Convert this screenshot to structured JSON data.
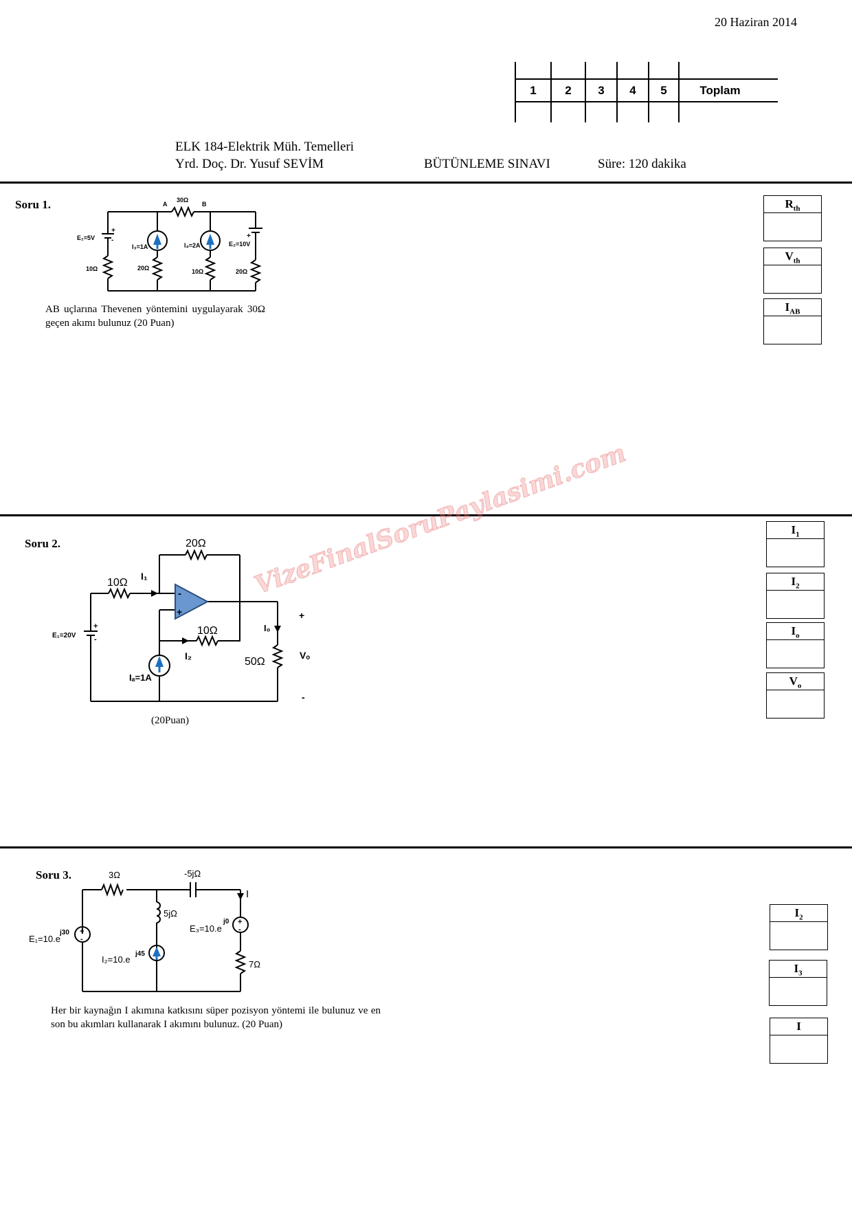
{
  "date": "20 Haziran 2014",
  "score_table": {
    "columns": [
      "1",
      "2",
      "3",
      "4",
      "5",
      "Toplam"
    ]
  },
  "header": {
    "course": "ELK 184-Elektrik Müh. Temelleri",
    "instructor": "Yrd. Doç. Dr. Yusuf SEVİM",
    "exam": "BÜTÜNLEME SINAVI",
    "duration": "Süre: 120 dakika"
  },
  "q1": {
    "label": "Soru 1.",
    "text": "AB uçlarına Thevenen yöntemini uygulayarak 30Ω geçen akımı bulunuz (20 Puan)",
    "circuit": {
      "r_ab": "30Ω",
      "node_a": "A",
      "node_b": "B",
      "e1": "E₁=5V",
      "i3": "I₃=1A",
      "i4": "I₄=2A",
      "e2": "E₂=10V",
      "r1": "10Ω",
      "r2": "20Ω",
      "r3": "10Ω",
      "r4": "20Ω"
    },
    "answers": [
      {
        "main": "R",
        "sub": "th"
      },
      {
        "main": "V",
        "sub": "th"
      },
      {
        "main": "I",
        "sub": "AB"
      }
    ]
  },
  "q2": {
    "label": "Soru 2.",
    "points": "(20Puan)",
    "circuit": {
      "rf": "20Ω",
      "rin": "10Ω",
      "i1": "I₁",
      "e1": "E₁=20V",
      "r_mid": "10Ω",
      "i2": "I₂",
      "ia": "Iₐ=1A",
      "i0": "I₀",
      "rl": "50Ω",
      "vo": "Vₒ",
      "plus": "+",
      "minus": "-",
      "op_minus": "-",
      "op_plus": "+"
    },
    "answers": [
      {
        "main": "I",
        "sub": "1"
      },
      {
        "main": "I",
        "sub": "2"
      },
      {
        "main": "I",
        "sub": "o"
      },
      {
        "main": "V",
        "sub": "o"
      }
    ]
  },
  "q3": {
    "label": "Soru 3.",
    "text": "Her bir kaynağın I akımına katkısını süper pozisyon yöntemi ile bulunuz ve en son bu akımları kullanarak I akımını bulunuz. (20 Puan)",
    "circuit": {
      "r1": "3Ω",
      "c": "-5jΩ",
      "i": "I",
      "l": "5jΩ",
      "r2": "7Ω",
      "e1": "E₁=10.e",
      "e1_exp": "j30",
      "i2": "I₂=10.e",
      "i2_exp": "j45",
      "e3": "E₃=10.e",
      "e3_exp": "j0"
    },
    "answers": [
      {
        "main": "I",
        "sub": "2"
      },
      {
        "main": "I",
        "sub": "3"
      },
      {
        "main": "I",
        "sub": ""
      }
    ]
  },
  "watermark": "VizeFinalSoruPaylasimi.com"
}
